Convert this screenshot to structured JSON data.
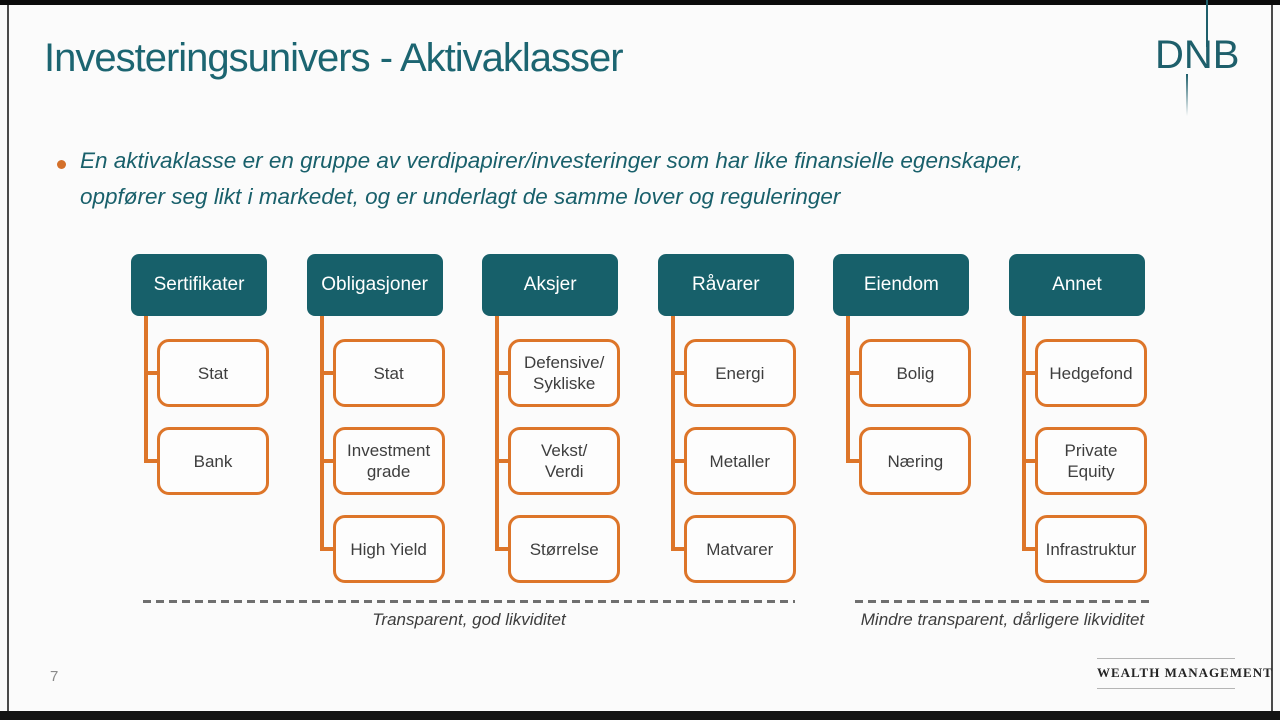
{
  "header": {
    "title": "Investeringsunivers - Aktivaklasser"
  },
  "logo": {
    "text": "DNB"
  },
  "bullet": {
    "line1": "En aktivaklasse er en gruppe av verdipapirer/investeringer som har like finansielle egenskaper,",
    "line2": "oppfører seg likt i markedet, og er underlagt de samme lover og reguleringer"
  },
  "diagram": {
    "columns": [
      {
        "header": "Sertifikater",
        "children": [
          "Stat",
          "Bank"
        ]
      },
      {
        "header": "Obligasjoner",
        "children": [
          "Stat",
          "Investment\ngrade",
          "High Yield"
        ]
      },
      {
        "header": "Aksjer",
        "children": [
          "Defensive/\nSykliske",
          "Vekst/\nVerdi",
          "Størrelse"
        ]
      },
      {
        "header": "Råvarer",
        "children": [
          "Energi",
          "Metaller",
          "Matvarer"
        ]
      },
      {
        "header": "Eiendom",
        "children": [
          "Bolig",
          "Næring"
        ]
      },
      {
        "header": "Annet",
        "children": [
          "Hedgefond",
          "Private\nEquity",
          "Infrastruktur"
        ]
      }
    ]
  },
  "annotations": {
    "left_label": "Transparent, god likviditet",
    "right_label": "Mindre transparent, dårligere likviditet"
  },
  "footer": {
    "page_number": "7",
    "brand_text": "WEALTH MANAGEMENT"
  },
  "colors": {
    "teal_header": "#17606a",
    "orange": "#dd7529",
    "title_teal": "#1c6571",
    "dash_gray": "#6f6f6f"
  }
}
